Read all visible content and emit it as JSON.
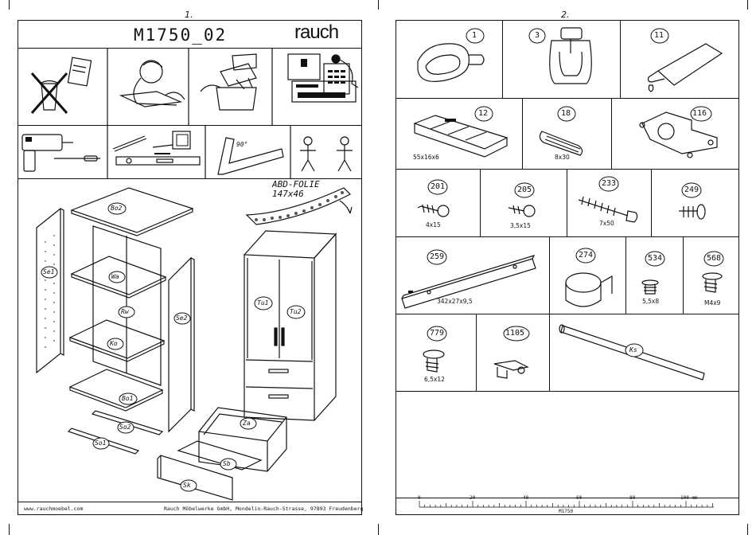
{
  "left_page": {
    "page_number": "1.",
    "model": "M1750_02",
    "brand": "rauch",
    "tool_angle": "90°",
    "foil": {
      "line1": "ABD-FOLIE",
      "line2": "147x46"
    },
    "parts": [
      {
        "code": "Bo2"
      },
      {
        "code": "Se1"
      },
      {
        "code": "Wa"
      },
      {
        "code": "Rw"
      },
      {
        "code": "Ko"
      },
      {
        "code": "Se2"
      },
      {
        "code": "Bo1"
      },
      {
        "code": "So2"
      },
      {
        "code": "So1"
      },
      {
        "code": "Tu1"
      },
      {
        "code": "Tu2"
      },
      {
        "code": "Za"
      },
      {
        "code": "Sb"
      },
      {
        "code": "Sk"
      }
    ],
    "footer_left": "www.rauchmoebel.com",
    "footer_right": "Rauch Möbelwerke GmbH, Mondelin-Rauch-Strasse, 97893 Freudenberg"
  },
  "right_page": {
    "page_number": "2.",
    "hardware": [
      {
        "number": "1",
        "size": ""
      },
      {
        "number": "3",
        "size": ""
      },
      {
        "number": "11",
        "size": ""
      },
      {
        "number": "12",
        "size": "55x16x6"
      },
      {
        "number": "18",
        "size": "8x30"
      },
      {
        "number": "116",
        "size": ""
      },
      {
        "number": "201",
        "size": "4x15"
      },
      {
        "number": "205",
        "size": "3,5x15"
      },
      {
        "number": "233",
        "size": "7x50"
      },
      {
        "number": "249",
        "size": ""
      },
      {
        "number": "259",
        "size": "342x27x9,5"
      },
      {
        "number": "274",
        "size": ""
      },
      {
        "number": "534",
        "size": "5,5x8"
      },
      {
        "number": "568",
        "size": "M4x9"
      },
      {
        "number": "779",
        "size": "6,5x12"
      },
      {
        "number": "1105",
        "size": ""
      },
      {
        "code": "Ks"
      }
    ],
    "ruler": {
      "ticks": [
        "0",
        "20",
        "40",
        "60",
        "80",
        "100 mm"
      ],
      "caption": "M1750"
    }
  },
  "colors": {
    "ink": "#111111",
    "paper": "#ffffff",
    "hatch": "#555555"
  }
}
